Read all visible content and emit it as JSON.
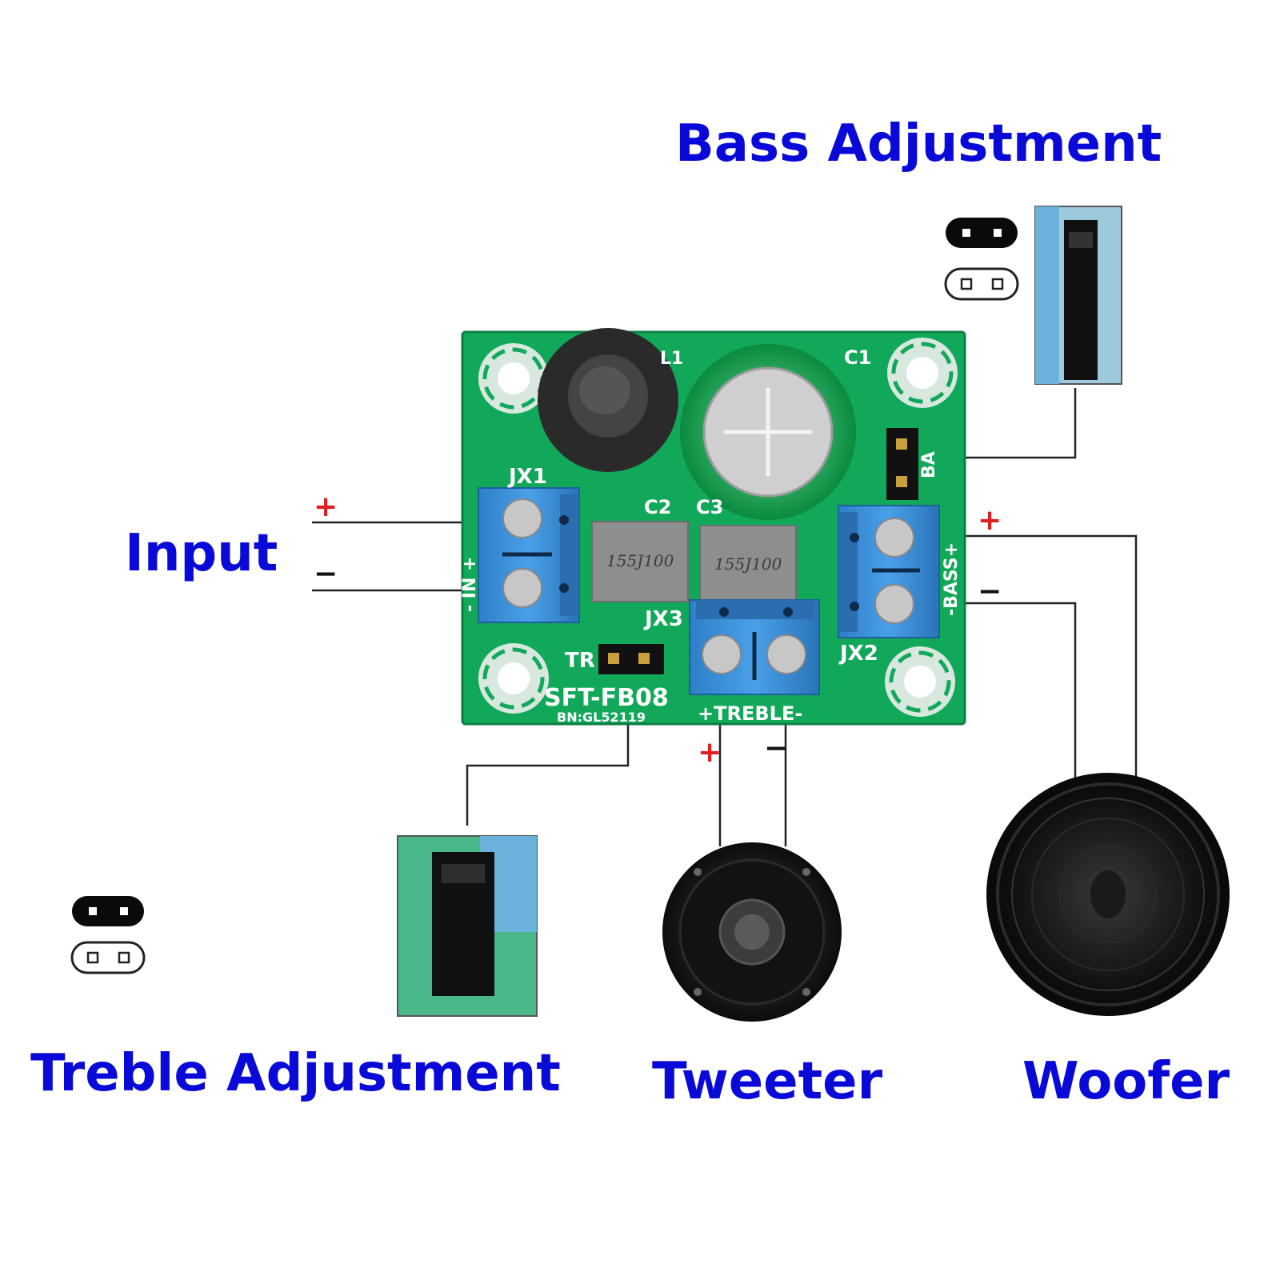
{
  "colors": {
    "label_blue": "#0a0ad8",
    "pcb_green": "#12a85a",
    "terminal_blue": "#3b8fd6",
    "plus_red": "#e02020"
  },
  "labels": {
    "bass": "Bass Adjustment",
    "input": "Input",
    "treble": "Treble Adjustment",
    "tweeter": "Tweeter",
    "woofer": "Woofer"
  },
  "signs": {
    "plus": "+",
    "minus": "−"
  },
  "pcb": {
    "model": "SFT-FB08",
    "batch": "BN:GL52119",
    "jx1": "JX1",
    "jx2": "JX2",
    "jx3": "JX3",
    "c1": "C1",
    "c2": "C2",
    "c3": "C3",
    "l1": "L1",
    "tr": "TR",
    "ba": "BA",
    "in_label": "- IN +",
    "bass_label": "-BASS+",
    "treble_label": "+TREBLE-",
    "cap_code": "155J100"
  },
  "icons": {
    "jumper_closed": "jumper-closed-icon",
    "jumper_open": "jumper-open-icon"
  }
}
